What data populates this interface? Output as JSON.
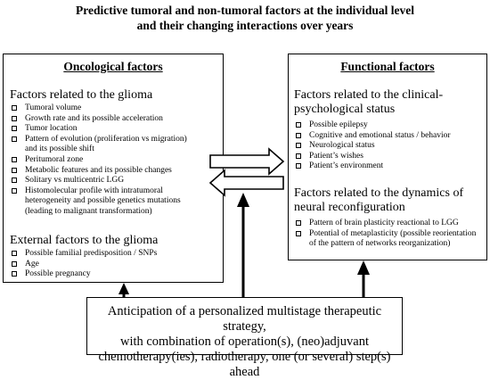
{
  "title": {
    "line1": "Predictive tumoral and non-tumoral factors at the individual level",
    "line2": "and their changing interactions over years"
  },
  "oncological": {
    "heading": "Oncological factors",
    "glioma_section": {
      "title": "Factors related to the glioma",
      "items": [
        "Tumoral volume",
        "Growth rate and its possible acceleration",
        "Tumor location",
        "Pattern of evolution (proliferation vs migration)",
        "and its possible shift",
        "Peritumoral zone",
        "Metabolic features and its possible changes",
        "Solitary vs multicentric LGG",
        "Histomolecular profile with intratumoral",
        "heterogeneity and possible genetics mutations",
        "(leading to malignant transformation)"
      ]
    },
    "external_section": {
      "title": "External factors to the glioma",
      "items": [
        "Possible familial predisposition / SNPs",
        "Age",
        "Possible pregnancy"
      ]
    }
  },
  "functional": {
    "heading": "Functional factors",
    "clinical_section": {
      "title_line1": "Factors related to the clinical-",
      "title_line2": "psychological status",
      "items": [
        "Possible epilepsy",
        "Cognitive and emotional status / behavior",
        "Neurological status",
        "Patient’s wishes",
        "Patient’s environment"
      ]
    },
    "dynamics_section": {
      "title_line1": "Factors related to the dynamics of",
      "title_line2": "neural reconfiguration",
      "items": [
        "Pattern of brain plasticity reactional to LGG",
        "Potential of metaplasticity (possible reorientation",
        "of the pattern of networks reorganization)"
      ]
    }
  },
  "strategy": {
    "line1": "Anticipation of a personalized multistage therapeutic strategy,",
    "line2": "with combination of operation(s), (neo)adjuvant",
    "line3": "chemotherapy(ies), radiotherapy, one (or several) step(s) ahead"
  }
}
